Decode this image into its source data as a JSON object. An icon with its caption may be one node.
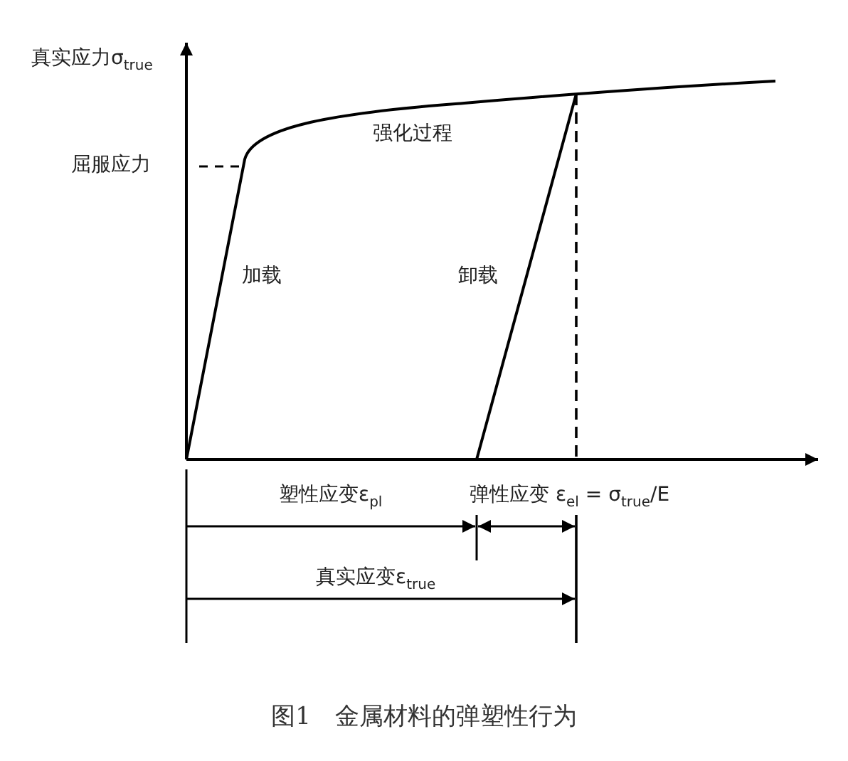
{
  "diagram": {
    "caption": "图1　金属材料的弹塑性行为",
    "labels": [
      "真实应力σ$_{true}$",
      "屈服应力",
      "强化过程",
      "加载",
      "卸载",
      "塑性应变ε$_{pl}$",
      "弹性应变 ε$_{el}$ = σ$_{true}$/E",
      "真实应变ε$_{true}$"
    ]
  }
}
